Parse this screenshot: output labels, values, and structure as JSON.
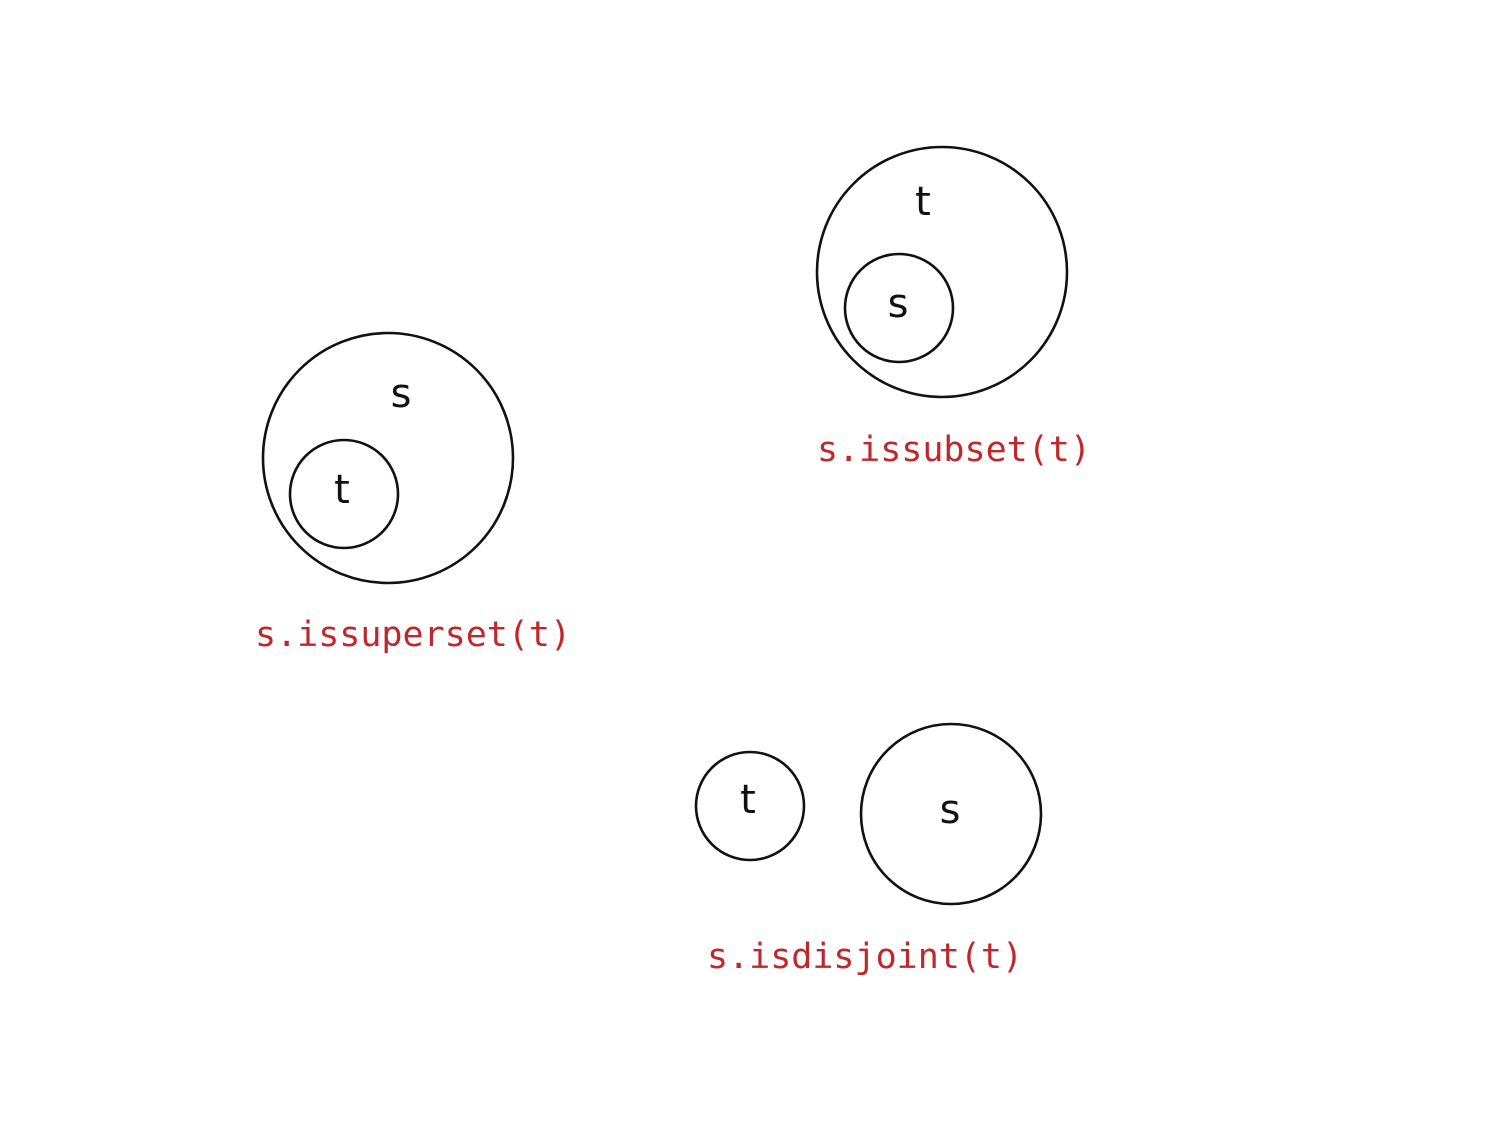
{
  "colors": {
    "background": "#ffffff",
    "stroke": "#111111",
    "caption": "#c0272d"
  },
  "superset_panel": {
    "outer_set": "s",
    "inner_set": "t",
    "caption": "s.issuperset(t)"
  },
  "subset_panel": {
    "outer_set": "t",
    "inner_set": "s",
    "caption": "s.issubset(t)"
  },
  "disjoint_panel": {
    "left_set": "t",
    "right_set": "s",
    "caption": "s.isdisjoint(t)"
  }
}
